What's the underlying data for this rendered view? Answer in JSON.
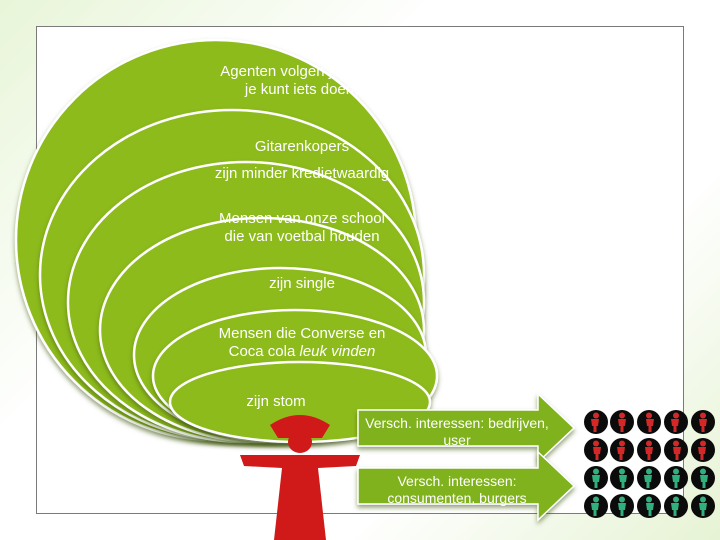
{
  "rings": [
    {
      "id": "ring-1",
      "label": "Agenten volgen je (maar je kunt iets doen)"
    },
    {
      "id": "ring-2",
      "label": "Gitarenkopers"
    },
    {
      "id": "ring-3",
      "label": "zijn minder kredietwaardig"
    },
    {
      "id": "ring-4",
      "label": "Mensen van onze school die van voetbal houden"
    },
    {
      "id": "ring-5",
      "label": "zijn single"
    },
    {
      "id": "ring-6",
      "label_prefix": "Mensen die Converse en Coca cola ",
      "label_italic": "leuk vinden"
    },
    {
      "id": "ring-7",
      "label": "zijn stom"
    }
  ],
  "arrows": [
    {
      "label": "Versch. interessen: bedrijven, user"
    },
    {
      "label": "Versch. interessen: consumenten, burgers"
    }
  ],
  "colors": {
    "ring_fill": "#8dbb1e",
    "ring_stroke": "#ffffff",
    "ring_shadow": "#4d6b10",
    "arrow_fill": "#7fb21c",
    "figure_red": "#d01a1a",
    "person_red": "#d42828",
    "person_green": "#2fb07c",
    "person_bg": "#0b0b0b"
  },
  "icons": {
    "figure": "red-person-figure-icon",
    "grid": "people-pictogram-grid"
  }
}
